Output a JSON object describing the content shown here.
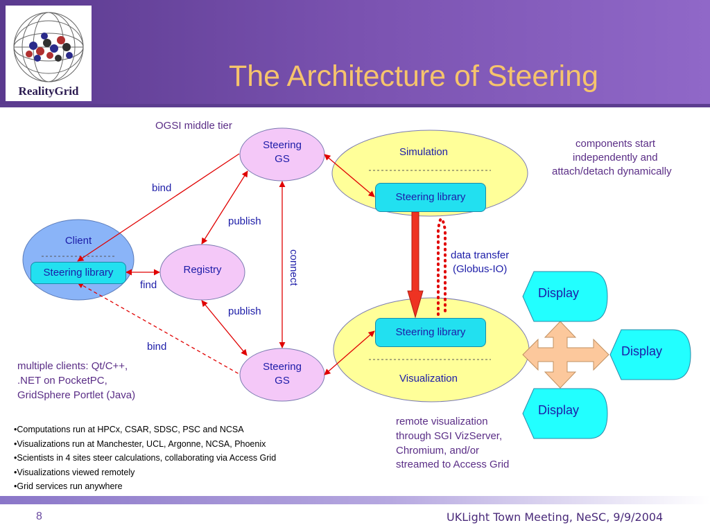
{
  "slide": {
    "title": "The Architecture of Steering",
    "logo_text": "RealityGrid",
    "page_number": "8",
    "footer": "UKLight Town Meeting, NeSC, 9/9/2004"
  },
  "diagram": {
    "ogsi_label": "OGSI middle tier",
    "steering_gs_top": "Steering GS",
    "steering_gs_bottom": "Steering GS",
    "registry": "Registry",
    "client": "Client",
    "client_library": "Steering library",
    "simulation": "Simulation",
    "simulation_library": "Steering library",
    "visualization": "Visualization",
    "visualization_library": "Steering library",
    "edge_bind_top": "bind",
    "edge_publish_top": "publish",
    "edge_find": "find",
    "edge_publish_bottom": "publish",
    "edge_bind_bottom": "bind",
    "edge_connect": "connect",
    "data_transfer": [
      "data transfer",
      "(Globus-IO)"
    ],
    "displays": [
      "Display",
      "Display",
      "Display"
    ],
    "note_components": [
      "components start",
      "independently and",
      "attach/detach dynamically"
    ],
    "note_clients": [
      "multiple clients: Qt/C++,",
      ".NET on PocketPC,",
      "GridSphere Portlet (Java)"
    ],
    "note_remote_vis": [
      "remote visualization",
      "through SGI VizServer,",
      "Chromium, and/or",
      "streamed to Access Grid"
    ]
  },
  "bullets": [
    "•Computations run at HPCx, CSAR, SDSC, PSC and NCSA",
    "•Visualizations run at Manchester, UCL, Argonne, NCSA, Phoenix",
    "•Scientists in 4 sites steer calculations, collaborating via Access Grid",
    "•Visualizations viewed remotely",
    "•Grid services run anywhere"
  ],
  "colors": {
    "header": "#7a52b0",
    "title": "#f6c46c",
    "edge": "#e00000",
    "ellipse_pink": "#f4c8f8",
    "ellipse_yellow": "#ffff99",
    "ellipse_blue": "#8ab4f8",
    "library": "#22e0f0",
    "display": "#22ffff",
    "cross": "#fcc89c"
  },
  "icons": [
    "globe-molecule-icon",
    "connector-cross-icon",
    "arrow-down-icon"
  ]
}
